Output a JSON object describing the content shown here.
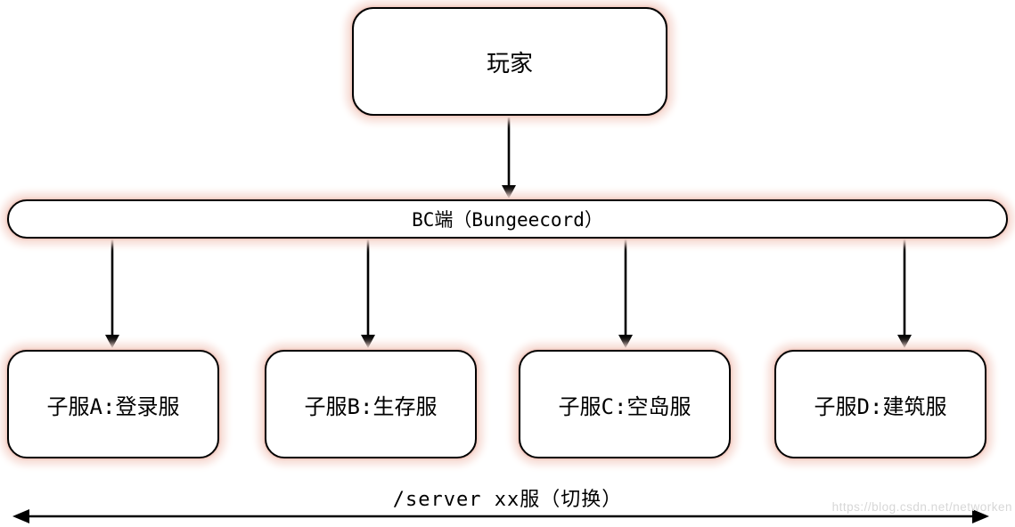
{
  "diagram": {
    "player": {
      "label": "玩家"
    },
    "bc": {
      "label": "BC端（Bungeecord）"
    },
    "sub_servers": [
      {
        "label": "子服A:登录服"
      },
      {
        "label": "子服B:生存服"
      },
      {
        "label": "子服C:空岛服"
      },
      {
        "label": "子服D:建筑服"
      }
    ],
    "switch_command_label": "/server xx服（切换）",
    "watermark": "https://blog.csdn.net/networken",
    "colors": {
      "background": "#ffffff",
      "node_fill": "#ffffff",
      "node_border": "#000000",
      "node_glow": "#f2c8be",
      "arrow": "#000000",
      "watermark_text": "#d7d7d7"
    }
  }
}
